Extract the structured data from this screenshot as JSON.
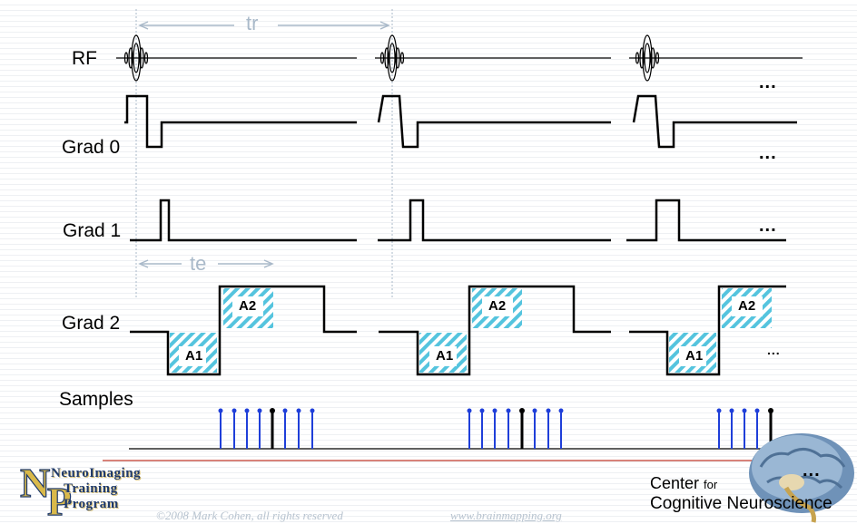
{
  "labels": {
    "rf": "RF",
    "grad0": "Grad 0",
    "grad1": "Grad 1",
    "grad2": "Grad 2",
    "samples": "Samples"
  },
  "annotations": {
    "tr": "tr",
    "te": "te",
    "a1": "A1",
    "a2": "A2",
    "ellipsis": "..."
  },
  "footer": {
    "copyright": "©2008 Mark Cohen, all rights reserved",
    "url": "www.brainmapping.org"
  },
  "logo_left": {
    "line1": "NeuroImaging",
    "line2": "Training",
    "line3": "Program"
  },
  "logo_right": {
    "line1": "Center",
    "line1_small": "for",
    "line2": "Cognitive Neuroscience"
  },
  "colors": {
    "signal": "#000000",
    "sample_pin": "#1f3fd9",
    "lobe_hatch": "#55c4de",
    "guide": "#a9b9c9",
    "baseline_red": "#c0392b"
  }
}
